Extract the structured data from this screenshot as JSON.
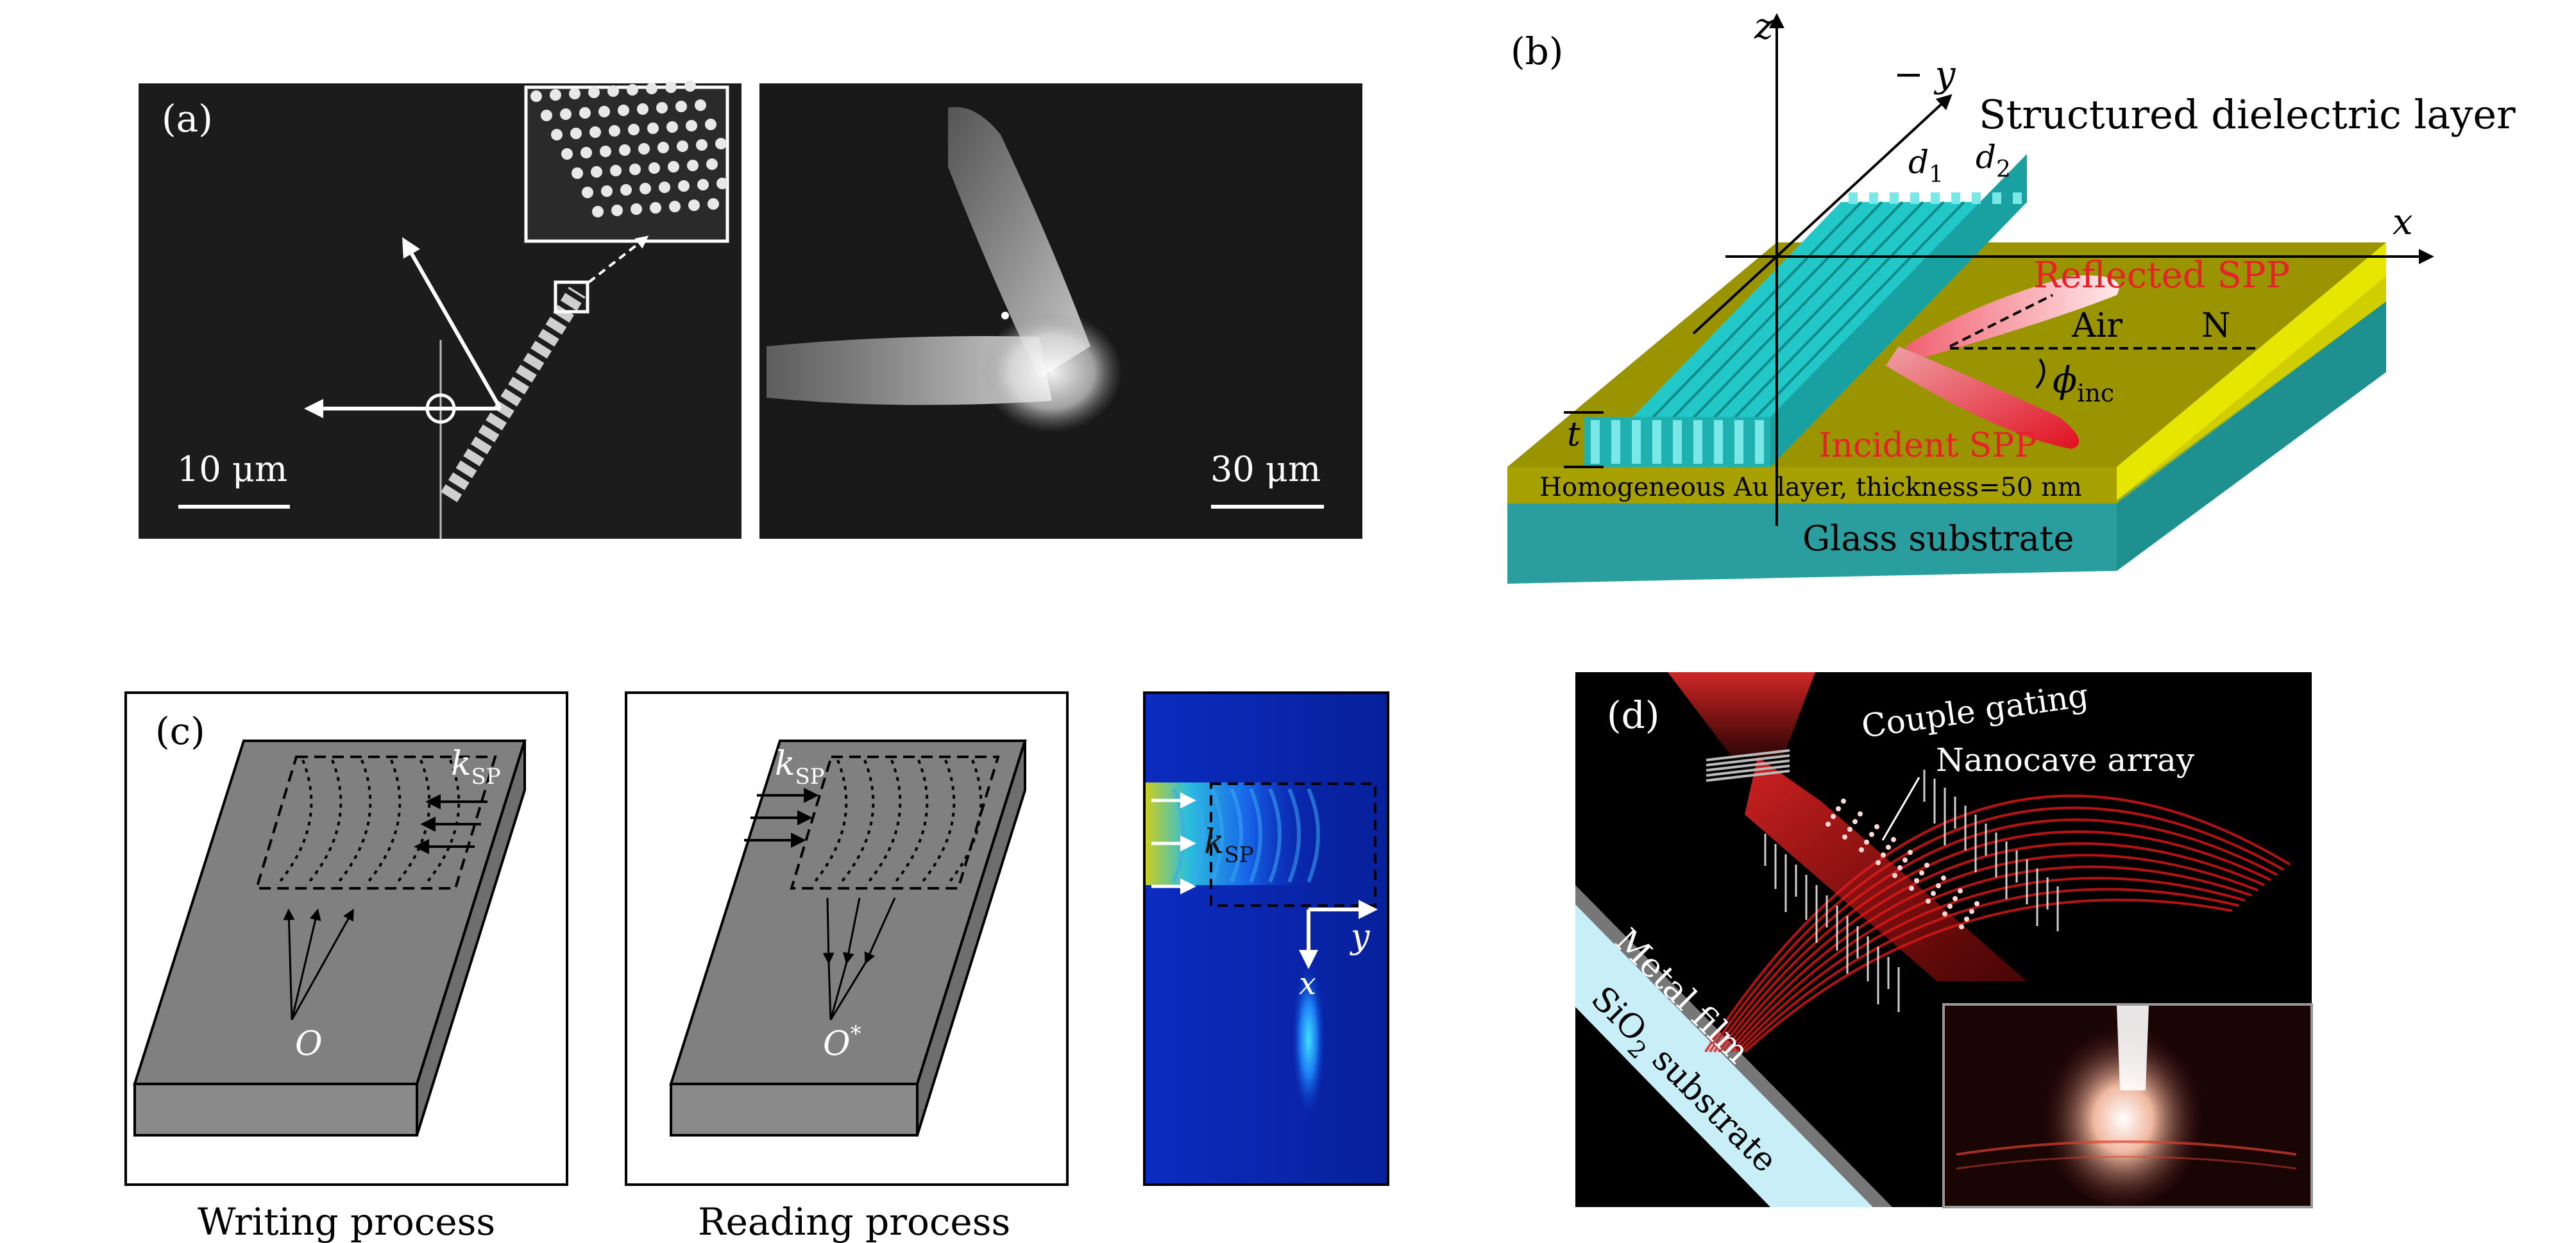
{
  "panels": {
    "a": {
      "label": "(a)",
      "left_scale": "10 μm",
      "right_scale": "30 μm"
    },
    "b": {
      "label": "(b)",
      "axis_z": "z",
      "axis_neg_y": "− y",
      "axis_x": "x",
      "d1": "d",
      "d1_sub": "1",
      "d2": "d",
      "d2_sub": "2",
      "structured_layer": "Structured dielectric layer",
      "reflected": "Reflected SPP",
      "incident": "Incident SPP",
      "air": "Air",
      "normal": "N",
      "phi": "ϕ",
      "phi_sub": "inc",
      "thickness": "t",
      "au_layer": "Homogeneous Au layer, thickness=50 nm",
      "glass": "Glass substrate",
      "colors": {
        "dielectric": "#22c7c7",
        "gold": "#9a9400",
        "yellow": "#e6e600",
        "glass": "#25a3a3",
        "spp": "#e8202a"
      }
    },
    "c": {
      "label": "(c)",
      "k_sp": "k",
      "k_sp_sub": "SP",
      "origin_write": "O",
      "origin_read": "O",
      "origin_read_sup": "*",
      "field_k": "k",
      "field_k_sub": "SP",
      "field_y": "y",
      "field_x": "x",
      "writing_caption": "Writing process",
      "reading_caption": "Reading process"
    },
    "d": {
      "label": "(d)",
      "couple_gating": "Couple gating",
      "nanocave_array": "Nanocave array",
      "metal_film": "Metal film",
      "substrate": "SiO",
      "substrate_sub": "2",
      "substrate_rest": " substrate"
    }
  }
}
